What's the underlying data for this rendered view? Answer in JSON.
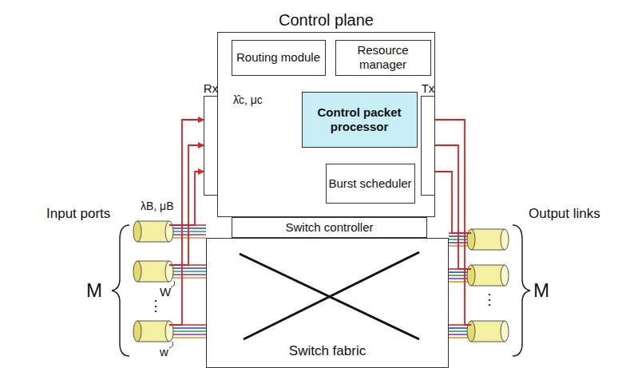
{
  "diagram": {
    "nodes": [
      {
        "text": [
          "Control plane"
        ]
      },
      {
        "text": [
          "Routing module"
        ],
        "in": 0
      },
      {
        "text": [
          "Resource manager"
        ],
        "in": 0
      },
      {
        "text": [
          "Control packet processor"
        ],
        "in": 0
      },
      {
        "text": [
          "Burst scheduler"
        ],
        "in": 0
      },
      {
        "text": [
          "Rx"
        ]
      },
      {
        "text": [
          "Tx"
        ]
      },
      {
        "text": [
          "Switch controller"
        ]
      },
      {
        "text": [
          "Switch fabric"
        ]
      }
    ],
    "edges": [
      {
        "from": 1,
        "to": 3,
        "arrow": "to"
      },
      {
        "from": 2,
        "to": 3,
        "arrow": "to"
      },
      {
        "from": 3,
        "to": 4,
        "arrow": "to"
      },
      {
        "from": 4,
        "to": 7,
        "arrow": "to"
      },
      {
        "from": 5,
        "to": 3,
        "arrow": "to"
      },
      {
        "from": 3,
        "to": 6,
        "arrow": "to"
      }
    ],
    "labels": [
      "λ̂c, μc",
      "λB, μB",
      "Input ports",
      "M",
      "W",
      "w",
      "Output links",
      "M",
      "⋮",
      "⋮"
    ]
  }
}
